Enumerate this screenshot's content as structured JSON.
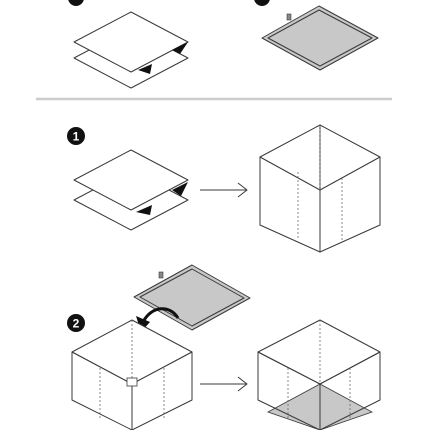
{
  "steps": [
    {
      "number": "1"
    },
    {
      "number": "2"
    }
  ],
  "colors": {
    "line": "#3a3a3a",
    "insert_fill": "#c8c8c8",
    "badge": "#111111",
    "divider": "#cccccc"
  },
  "icons": [
    "step-badge",
    "right-arrow-icon",
    "curved-arrow-icon"
  ]
}
